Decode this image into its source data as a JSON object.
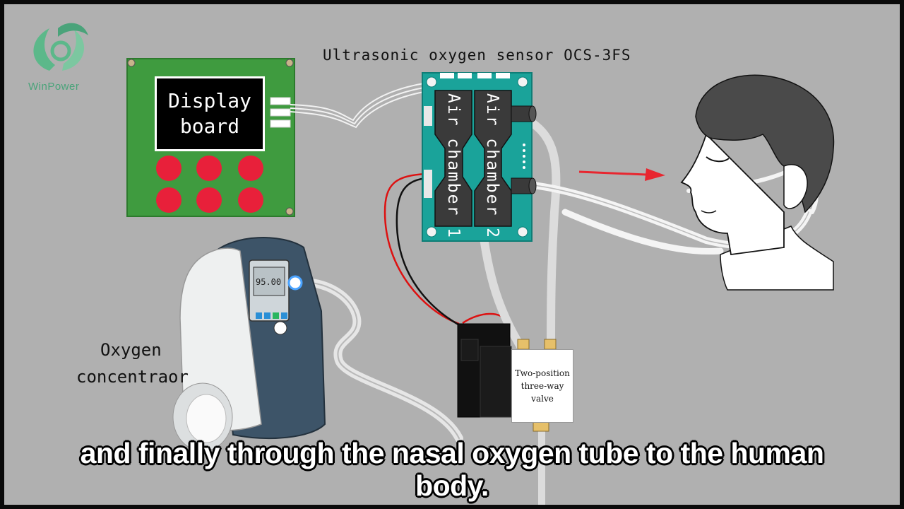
{
  "logo": {
    "brand_name": "WinPower",
    "icon": "winpower-leaf-logo-icon",
    "color": "#4aa37a"
  },
  "sensor": {
    "label": "Ultrasonic oxygen sensor OCS-3FS",
    "chamber_1": "Air chamber 1",
    "chamber_2": "Air chamber 2",
    "board_color": "#1aa39a"
  },
  "display_board": {
    "line1": "Display",
    "line2": "board",
    "pcb_color": "#3f9b3f",
    "button_color": "#e8203a"
  },
  "concentrator": {
    "line1": "Oxygen",
    "line2": "concentraor",
    "screen_reading": "95.00"
  },
  "valve": {
    "line1": "Two-position",
    "line2": "three-way",
    "line3": "valve"
  },
  "flow_arrow": {
    "icon": "red-arrow-icon",
    "color": "#e8262f"
  },
  "subtitle": {
    "line1": "and finally through the nasal oxygen tube to the human",
    "line2": "body."
  },
  "colors": {
    "background": "#b0b0b0",
    "frame": "#0a0a0a"
  }
}
